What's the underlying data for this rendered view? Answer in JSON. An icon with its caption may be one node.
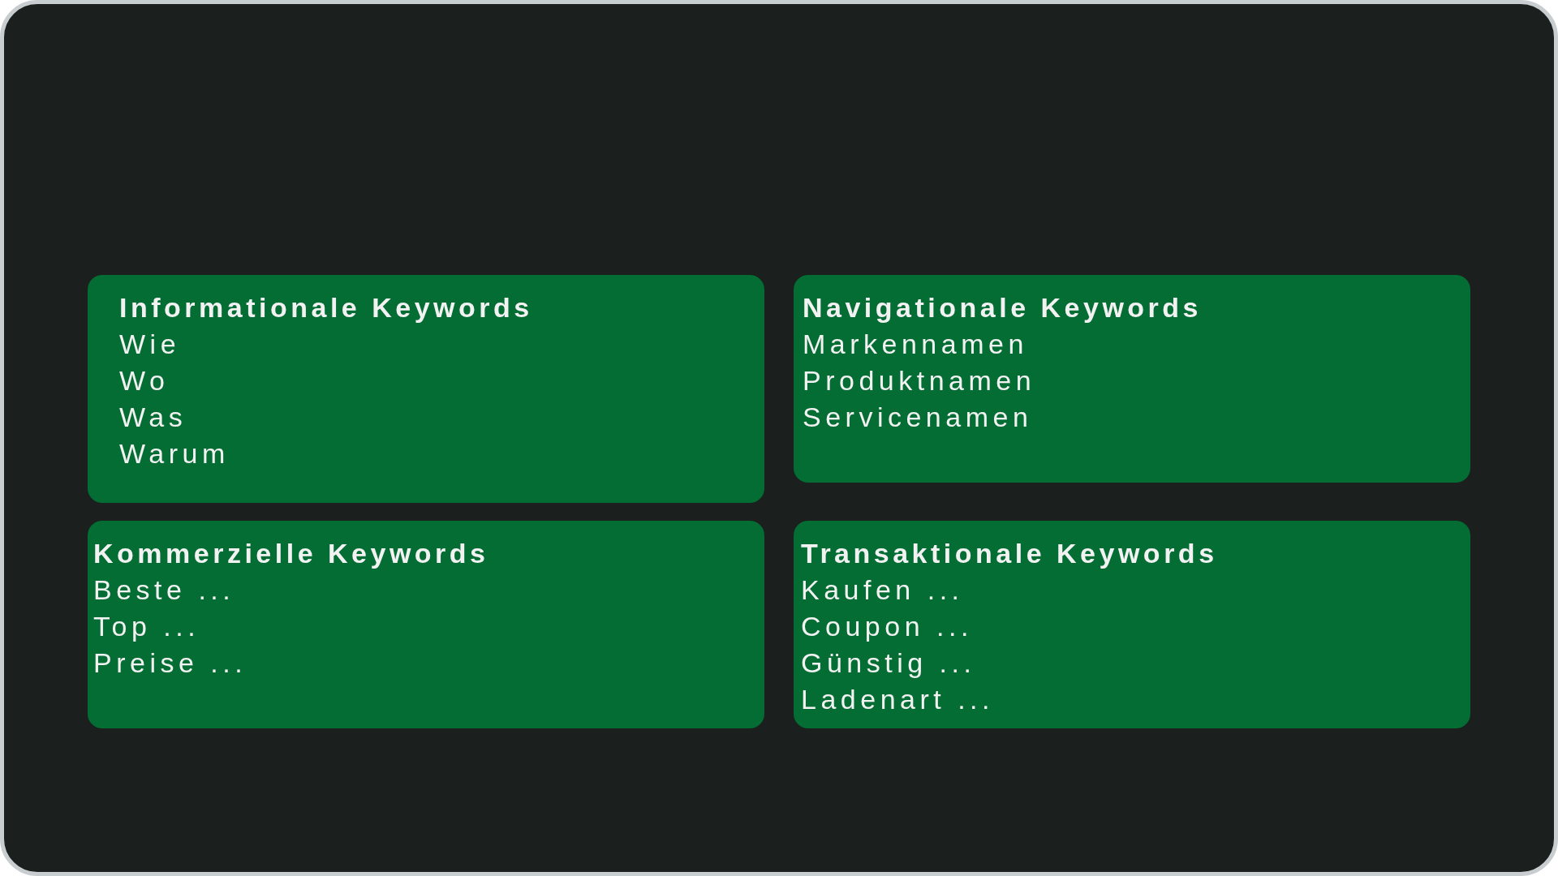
{
  "diagram": {
    "nodes": [
      {
        "text": [
          "Informationale Keywords",
          "Wie",
          "Wo",
          "Was",
          "Warum"
        ]
      },
      {
        "text": [
          "Navigationale Keywords",
          "Markennamen",
          "Produktnamen",
          "Servicenamen"
        ]
      },
      {
        "text": [
          "Kommerzielle Keywords",
          "Beste ...",
          "Top ...",
          "Preise ..."
        ]
      },
      {
        "text": [
          "Transaktionale Keywords",
          "Kaufen ...",
          "Coupon ...",
          "Günstig ...",
          "Ladenart ..."
        ]
      }
    ],
    "edges": []
  }
}
